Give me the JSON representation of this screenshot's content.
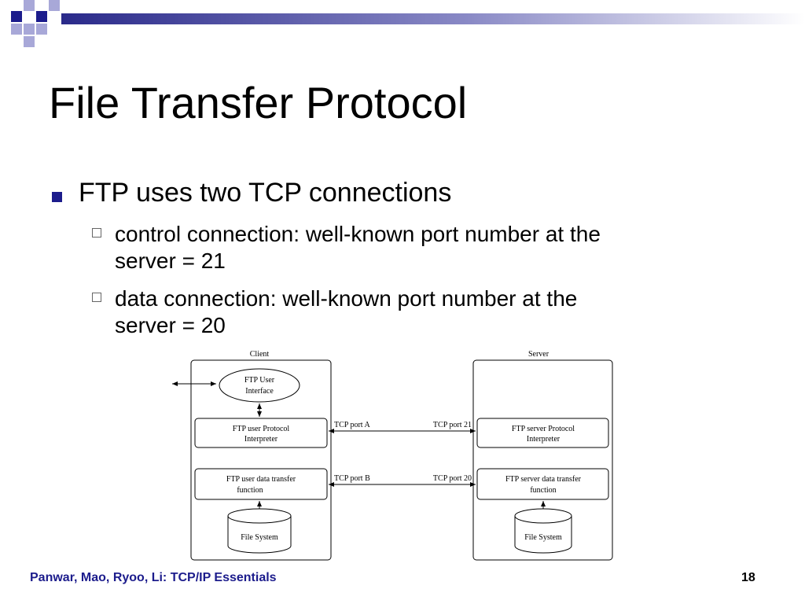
{
  "slide": {
    "title": "File Transfer Protocol",
    "bullet": "FTP uses two TCP connections",
    "subbullets": [
      {
        "line1": "control connection: well-known port number at the",
        "line2": "server = 21"
      },
      {
        "line1": "data connection: well-known port number at the",
        "line2": "server = 20"
      }
    ]
  },
  "diagram": {
    "client_label": "Client",
    "server_label": "Server",
    "ui_line1": "FTP User",
    "ui_line2": "Interface",
    "cpi_line1": "FTP user Protocol",
    "cpi_line2": "Interpreter",
    "cdt_line1": "FTP user data transfer",
    "cdt_line2": "function",
    "cfs": "File System",
    "spi_line1": "FTP server Protocol",
    "spi_line2": "Interpreter",
    "sdt_line1": "FTP server data transfer",
    "sdt_line2": "function",
    "sfs": "File System",
    "port_a": "TCP port A",
    "port_21": "TCP port 21",
    "port_b": "TCP port B",
    "port_20": "TCP port 20"
  },
  "footer": {
    "authors": "Panwar, Mao, Ryoo, Li: TCP/IP Essentials",
    "page": "18"
  },
  "colors": {
    "accent": "#1c1c8c",
    "deco_light": "#a8a8d8"
  }
}
